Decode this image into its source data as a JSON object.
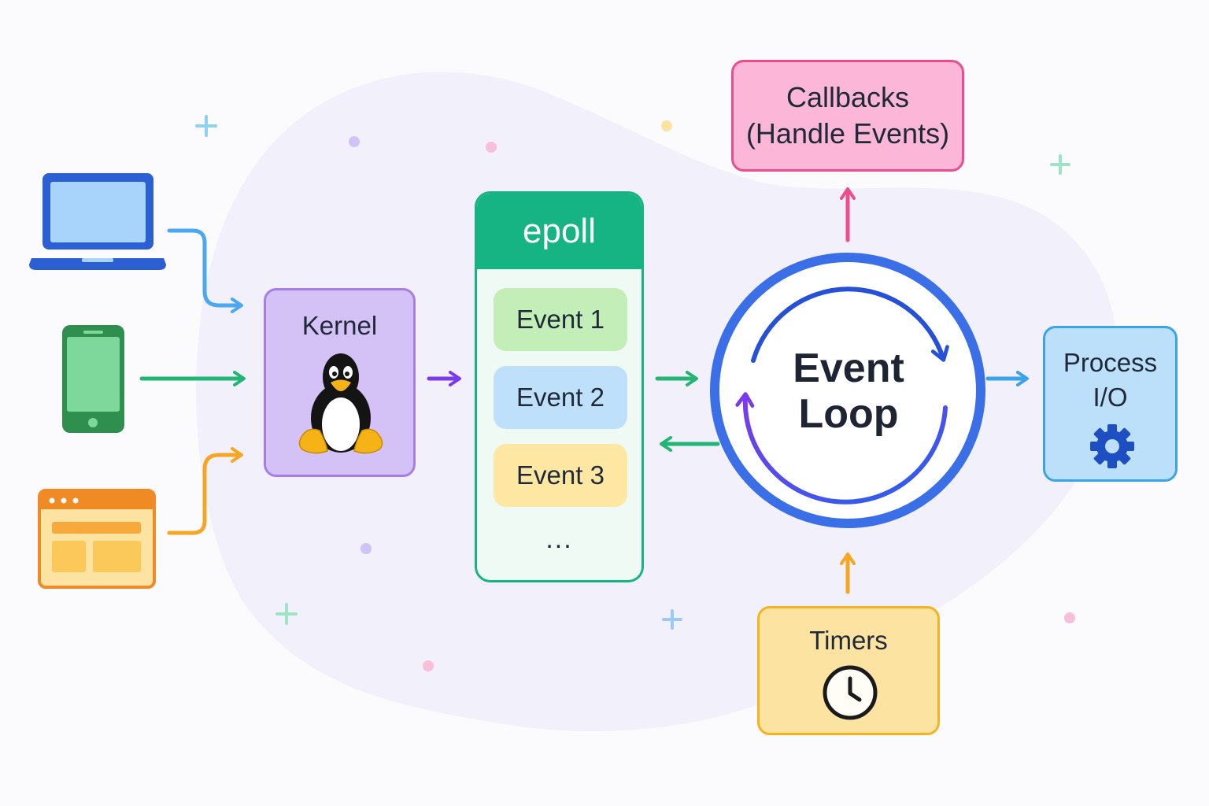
{
  "callbacks": {
    "line1": "Callbacks",
    "line2": "(Handle Events)"
  },
  "kernel": {
    "label": "Kernel",
    "icon": "tux-penguin-icon"
  },
  "epoll": {
    "title": "epoll",
    "events": [
      "Event 1",
      "Event 2",
      "Event 3"
    ],
    "more": "..."
  },
  "event_loop": {
    "line1": "Event",
    "line2": "Loop"
  },
  "process_io": {
    "line1": "Process",
    "line2": "I/O",
    "icon": "gear-icon"
  },
  "timers": {
    "label": "Timers",
    "icon": "clock-icon"
  },
  "sources": [
    "laptop-icon",
    "smartphone-icon",
    "browser-window-icon"
  ],
  "colors": {
    "blue": "#3b82f6",
    "green": "#22b573",
    "orange": "#f5a623",
    "purple": "#8b5cf6",
    "pink": "#ec4d8f",
    "loop_ring": "#3a6fe8"
  }
}
